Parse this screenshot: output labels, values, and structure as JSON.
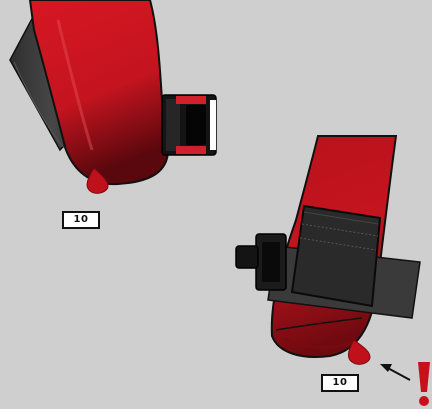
{
  "figures": [
    {
      "name": "bladder-with-buckle-view",
      "step_label": "10",
      "icons": [
        "inflated-bladder-icon",
        "strap-icon",
        "buckle-icon",
        "water-drop-icon"
      ]
    },
    {
      "name": "bladder-with-pouch-view",
      "step_label": "10",
      "icons": [
        "inflated-bladder-icon",
        "pouch-icon",
        "strap-icon",
        "buckle-icon",
        "water-drop-icon",
        "pointer-arrow-icon",
        "warning-exclamation-icon"
      ]
    }
  ],
  "colors": {
    "background": "#cfcfcf",
    "bladder_red": "#c4141f",
    "bladder_dark": "#6e0a10",
    "strap": "#3b3b3b",
    "buckle": "#141414",
    "buckle_accent": "#d0202a",
    "warning": "#c8101c"
  }
}
